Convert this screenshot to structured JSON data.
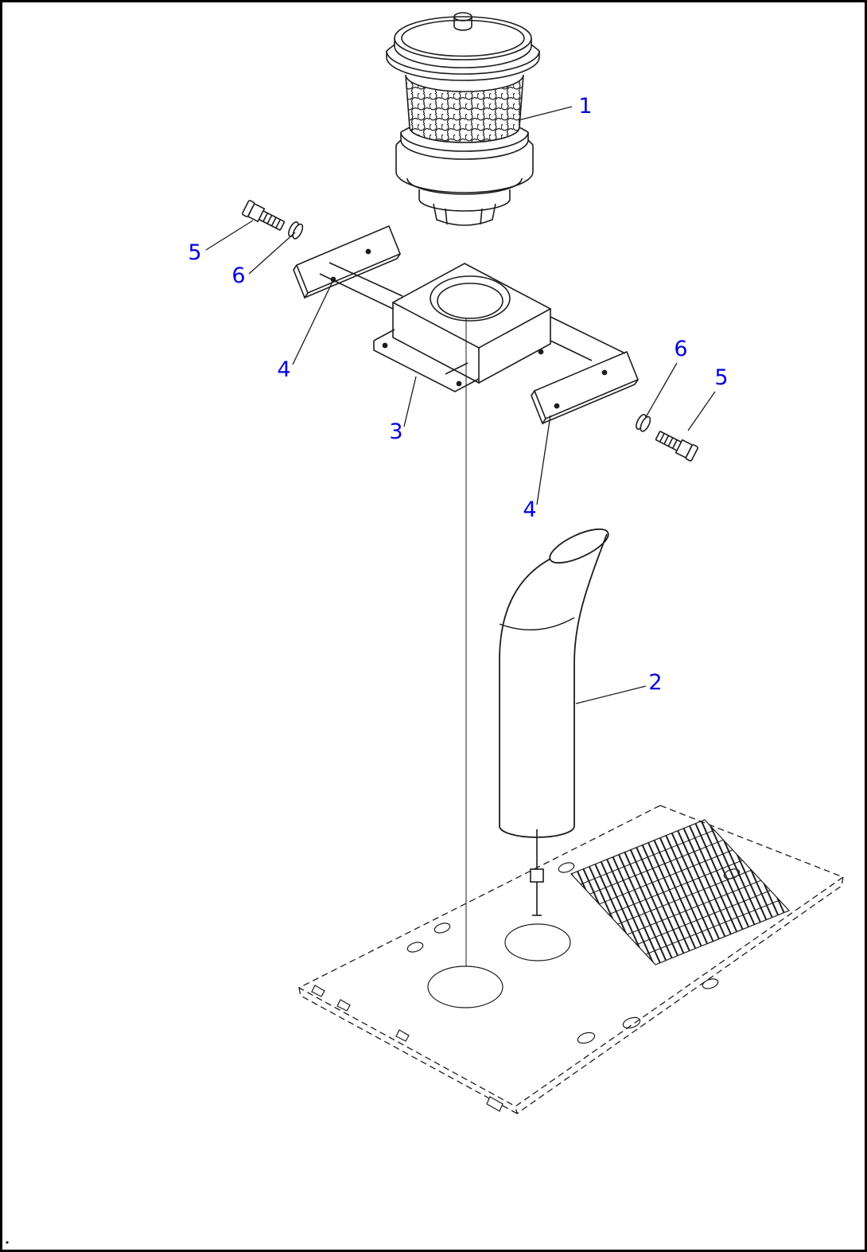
{
  "page": {
    "background": "#ffffff",
    "frame_color": "#000000"
  },
  "colors": {
    "line": "#1c1c1c",
    "callout": "#0000dd"
  },
  "callouts": {
    "air_cleaner": "1",
    "exhaust_stack": "2",
    "bracket": "3",
    "plate_left": "4",
    "plate_right": "4",
    "bolt_left": "5",
    "bolt_right": "5",
    "washer_left": "6",
    "washer_right": "6"
  }
}
